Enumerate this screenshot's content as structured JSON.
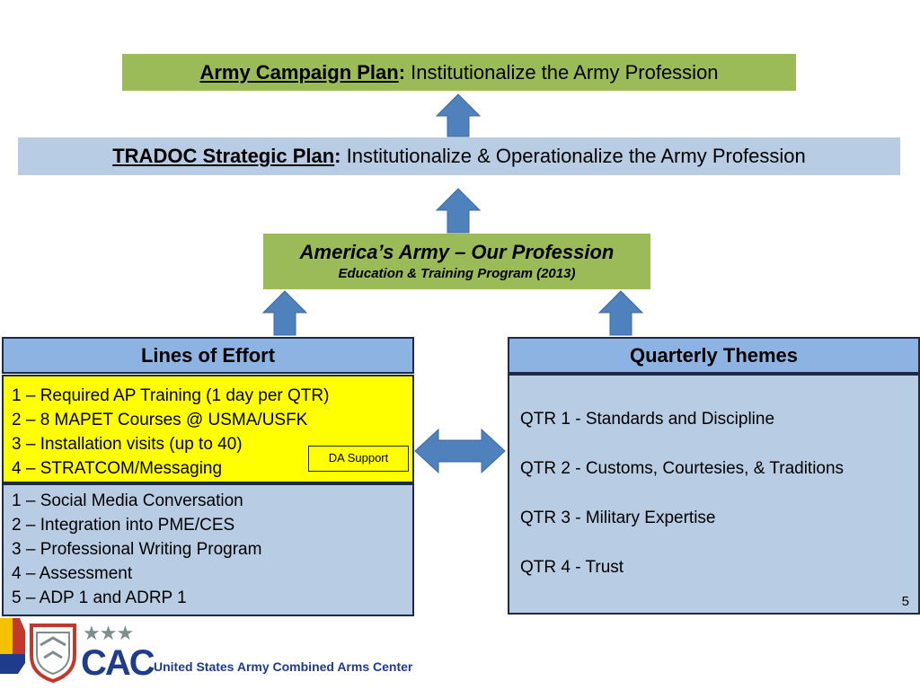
{
  "campaign": {
    "label": "Army Campaign Plan",
    "sep": ":",
    "text": " Institutionalize the Army Profession"
  },
  "tradoc": {
    "label": "TRADOC Strategic Plan",
    "sep": ":",
    "text": " Institutionalize & Operationalize the Army Profession"
  },
  "program": {
    "title": "America’s Army – Our Profession",
    "subtitle": "Education & Training Program (2013)"
  },
  "lines_of_effort": {
    "header": "Lines of Effort",
    "yellow_items": [
      "1 – Required AP Training (1 day per QTR)",
      "2 – 8 MAPET Courses @ USMA/USFK",
      "3 – Installation visits (up to 40)",
      "4 – STRATCOM/Messaging"
    ],
    "da_support": "DA Support",
    "blue_items": [
      "1 – Social Media Conversation",
      "2 – Integration into PME/CES",
      "3 – Professional Writing Program",
      "4 – Assessment",
      "5 – ADP 1 and ADRP 1"
    ]
  },
  "quarterly_themes": {
    "header": "Quarterly Themes",
    "items": [
      "QTR 1 - Standards and Discipline",
      "QTR 2 - Customs, Courtesies, & Traditions",
      "QTR 3 - Military Expertise",
      "QTR 4 - Trust"
    ]
  },
  "page_number": "5",
  "footer": {
    "logo_text": "CAC",
    "org_name": "United States Army Combined Arms Center"
  },
  "colors": {
    "green": "#9bbb59",
    "light_blue": "#b8cce4",
    "header_blue": "#8db3e2",
    "arrow_blue": "#4f81bd",
    "yellow": "#ffff00",
    "footer_text": "#1f3b8c"
  }
}
